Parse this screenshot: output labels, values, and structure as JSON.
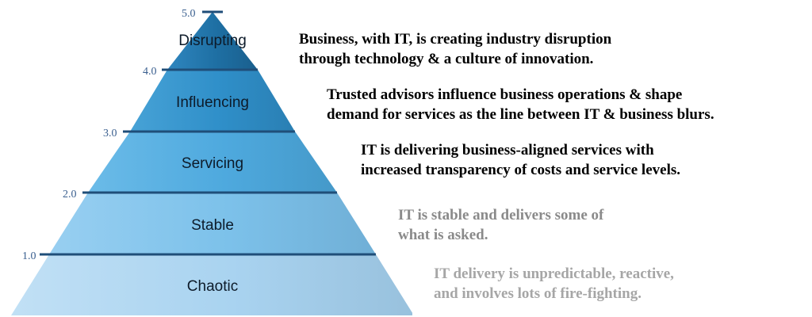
{
  "levels": [
    {
      "tick": "5.0",
      "name": "Disrupting",
      "description": [
        "Business, with IT, is creating industry disruption",
        "through technology & a culture of innovation."
      ],
      "fill": "#1e6fa3",
      "text_color": "#000000"
    },
    {
      "tick": "4.0",
      "name": "Influencing",
      "description": [
        "Trusted advisors influence business operations & shape",
        "demand for services as the line between IT & business blurs."
      ],
      "fill": "#2f8fc9",
      "text_color": "#000000"
    },
    {
      "tick": "3.0",
      "name": "Servicing",
      "description": [
        "IT is delivering business-aligned services with",
        "increased transparency of costs and service levels."
      ],
      "fill": "#4ea9de",
      "text_color": "#000000"
    },
    {
      "tick": "2.0",
      "name": "Stable",
      "description": [
        "IT is stable and delivers some of",
        "what is asked."
      ],
      "fill": "#7cc1ea",
      "text_color": "#8a8a8a"
    },
    {
      "tick": "1.0",
      "name": "Chaotic",
      "description": [
        "IT delivery is unpredictable, reactive,",
        "and involves lots of fire-fighting."
      ],
      "fill": "#a9d3f0",
      "text_color": "#a6a6a6"
    }
  ],
  "colors": {
    "divider": "#1f4e79",
    "tick_label": "#3a5f8f"
  }
}
